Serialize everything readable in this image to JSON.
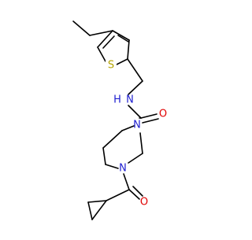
{
  "molecule": {
    "atom_labels": {
      "sulfur": "S",
      "amide_nitrogen": "N",
      "amide_hydrogen": "H",
      "amide_oxygen": "O",
      "ring_nitrogen_top": "N",
      "ring_nitrogen_bottom": "N",
      "ketone_oxygen": "O"
    },
    "colors": {
      "bond": "#000000",
      "sulfur": "#b5a400",
      "nitrogen": "#1f1fd0",
      "oxygen": "#e00000"
    }
  }
}
